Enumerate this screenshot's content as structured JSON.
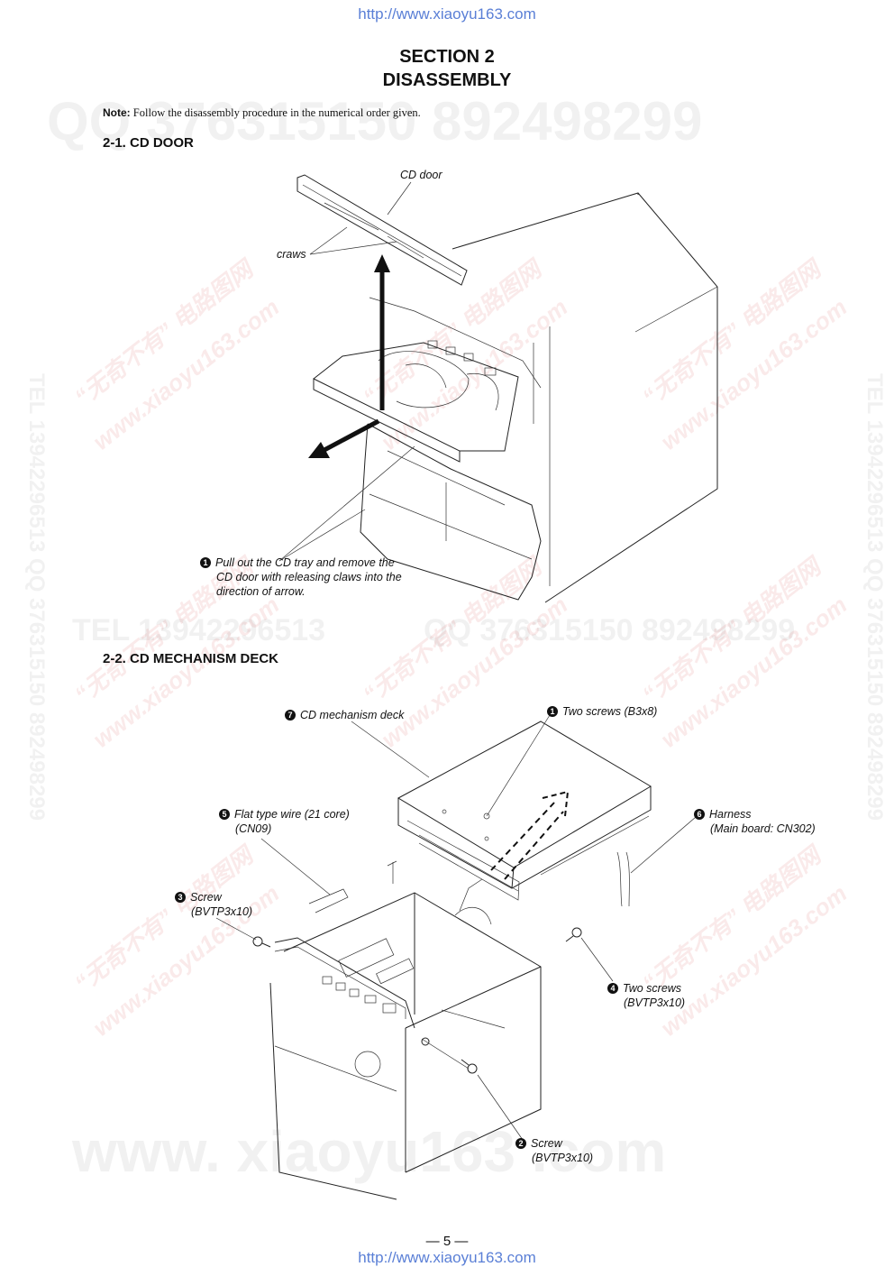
{
  "header": {
    "url_top": "http://www.xiaoyu163.com",
    "url_bottom": "http://www.xiaoyu163.com"
  },
  "section": {
    "line1": "SECTION 2",
    "line2": "DISASSEMBLY"
  },
  "note": {
    "label": "Note:",
    "text": "Follow the disassembly procedure in the numerical order given."
  },
  "cd_door": {
    "heading": "2-1. CD DOOR",
    "label_door": "CD door",
    "label_craws": "craws",
    "step_num": "1",
    "step_lines": [
      "Pull out the CD tray and remove the",
      "CD door with releasing claws into the",
      "direction of arrow."
    ]
  },
  "mech_deck": {
    "heading": "2-2. CD MECHANISM DECK",
    "steps": [
      {
        "num": "7",
        "lines": [
          "CD mechanism deck"
        ]
      },
      {
        "num": "1",
        "lines": [
          "Two screws (B3x8)"
        ]
      },
      {
        "num": "5",
        "lines": [
          "Flat type wire (21 core)",
          "(CN09)"
        ]
      },
      {
        "num": "6",
        "lines": [
          "Harness",
          "(Main board: CN302)"
        ]
      },
      {
        "num": "3",
        "lines": [
          "Screw",
          "(BVTP3x10)"
        ]
      },
      {
        "num": "4",
        "lines": [
          "Two screws",
          "(BVTP3x10)"
        ]
      },
      {
        "num": "2",
        "lines": [
          "Screw",
          "(BVTP3x10)"
        ]
      }
    ]
  },
  "watermarks": {
    "qq_top": "QQ 376315150   892498299",
    "tel_mid": "TEL 13942296513",
    "qq_mid": "QQ 376315150  892498299",
    "www_bottom": "www. xiaoyu163 .com",
    "side_text": "TEL 13942296513  QQ 376315150  892498299",
    "red_cn": "“无奇不有” 电路图网",
    "red_url": "www.xiaoyu163.com"
  },
  "footer": {
    "page": "— 5 —"
  }
}
